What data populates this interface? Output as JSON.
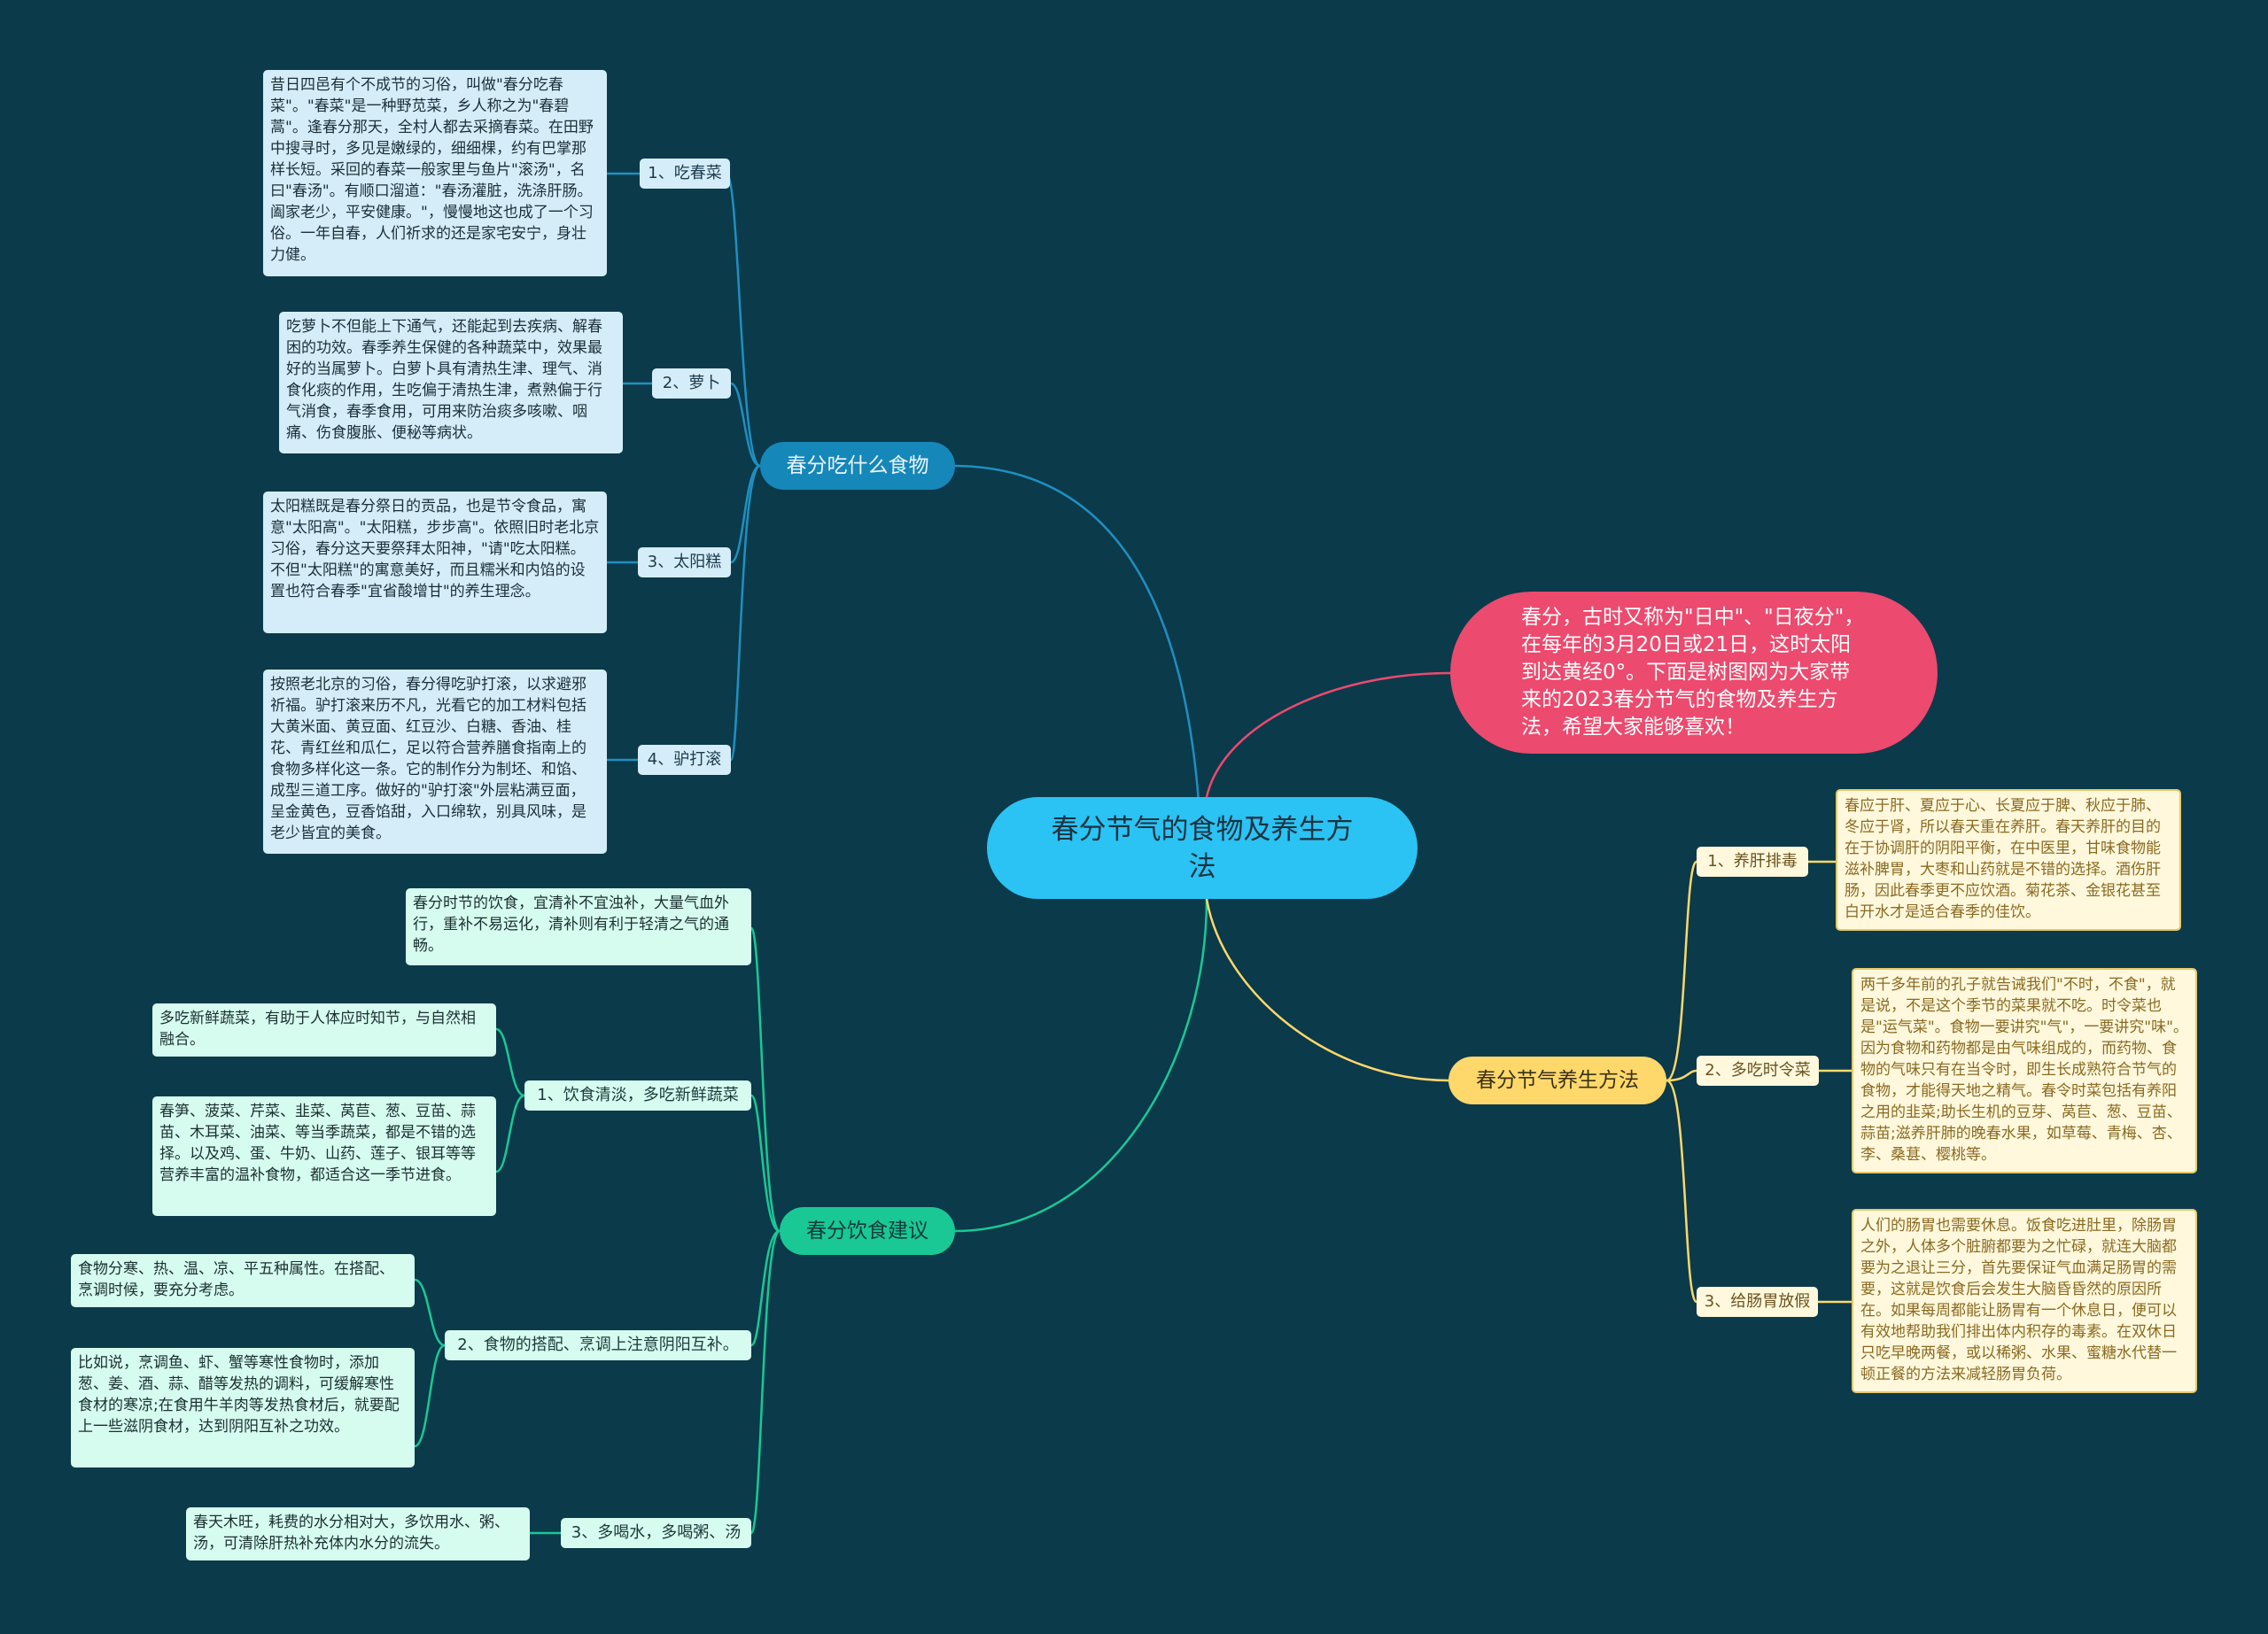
{
  "root": "春分节气的食物及养生方法",
  "intro": "春分，古时又称为\"日中\"、\"日夜分\"，在每年的3月20日或21日，这时太阳到达黄经0°。下面是树图网为大家带来的2023春分节气的食物及养生方法，希望大家能够喜欢！",
  "food": {
    "label": "春分吃什么食物",
    "items": [
      {
        "label": "1、吃春菜",
        "text": "昔日四邑有个不成节的习俗，叫做\"春分吃春菜\"。\"春菜\"是一种野苋菜，乡人称之为\"春碧蒿\"。逢春分那天，全村人都去采摘春菜。在田野中搜寻时，多见是嫩绿的，细细棵，约有巴掌那样长短。采回的春菜一般家里与鱼片\"滚汤\"，名曰\"春汤\"。有顺口溜道：\"春汤灌脏，洗涤肝肠。阖家老少，平安健康。\"，慢慢地这也成了一个习俗。一年自春，人们祈求的还是家宅安宁，身壮力健。"
      },
      {
        "label": "2、萝卜",
        "text": "吃萝卜不但能上下通气，还能起到去疾病、解春困的功效。春季养生保健的各种蔬菜中，效果最好的当属萝卜。白萝卜具有清热生津、理气、消食化痰的作用，生吃偏于清热生津，煮熟偏于行气消食，春季食用，可用来防治痰多咳嗽、咽痛、伤食腹胀、便秘等病状。"
      },
      {
        "label": "3、太阳糕",
        "text": "太阳糕既是春分祭日的贡品，也是节令食品，寓意\"太阳高\"。\"太阳糕，步步高\"。依照旧时老北京习俗，春分这天要祭拜太阳神，\"请\"吃太阳糕。不但\"太阳糕\"的寓意美好，而且糯米和内馅的设置也符合春季\"宜省酸增甘\"的养生理念。"
      },
      {
        "label": "4、驴打滚",
        "text": "按照老北京的习俗，春分得吃驴打滚，以求避邪祈福。驴打滚来历不凡，光看它的加工材料包括大黄米面、黄豆面、红豆沙、白糖、香油、桂花、青红丝和瓜仁，足以符合营养膳食指南上的食物多样化这一条。它的制作分为制坯、和馅、成型三道工序。做好的\"驴打滚\"外层粘满豆面，呈金黄色，豆香馅甜，入口绵软，别具风味，是老少皆宜的美食。"
      }
    ]
  },
  "diet": {
    "label": "春分饮食建议",
    "items": [
      {
        "label": "",
        "text": "春分时节的饮食，宜清补不宜浊补，大量气血外行，重补不易运化，清补则有利于轻清之气的通畅。"
      },
      {
        "label": "1、饮食清淡，多吃新鲜蔬菜",
        "texts": [
          "多吃新鲜蔬菜，有助于人体应时知节，与自然相融合。",
          "春笋、菠菜、芹菜、韭菜、莴苣、葱、豆苗、蒜苗、木耳菜、油菜、等当季蔬菜，都是不错的选择。以及鸡、蛋、牛奶、山药、莲子、银耳等等营养丰富的温补食物，都适合这一季节进食。"
        ]
      },
      {
        "label": "2、食物的搭配、烹调上注意阴阳互补。",
        "texts": [
          "食物分寒、热、温、凉、平五种属性。在搭配、烹调时候，要充分考虑。",
          "比如说，烹调鱼、虾、蟹等寒性食物时，添加葱、姜、酒、蒜、醋等发热的调料，可缓解寒性食材的寒凉;在食用牛羊肉等发热食材后，就要配上一些滋阴食材，达到阴阳互补之功效。"
        ]
      },
      {
        "label": "3、多喝水，多喝粥、汤",
        "texts": [
          "春天木旺，耗费的水分相对大，多饮用水、粥、汤，可清除肝热补充体内水分的流失。"
        ]
      }
    ]
  },
  "health": {
    "label": "春分节气养生方法",
    "items": [
      {
        "label": "1、养肝排毒",
        "text": "春应于肝、夏应于心、长夏应于脾、秋应于肺、冬应于肾，所以春天重在养肝。春天养肝的目的在于协调肝的阴阳平衡，在中医里，甘味食物能滋补脾胃，大枣和山药就是不错的选择。酒伤肝肠，因此春季更不应饮酒。菊花茶、金银花甚至白开水才是适合春季的佳饮。"
      },
      {
        "label": "2、多吃时令菜",
        "text": "两千多年前的孔子就告诫我们\"不时，不食\"，就是说，不是这个季节的菜果就不吃。时令菜也是\"运气菜\"。食物一要讲究\"气\"，一要讲究\"味\"。因为食物和药物都是由气味组成的，而药物、食物的气味只有在当令时，即生长成熟符合节气的食物，才能得天地之精气。春令时菜包括有养阳之用的韭菜;助长生机的豆芽、莴苣、葱、豆苗、蒜苗;滋养肝肺的晚春水果，如草莓、青梅、杏、李、桑葚、樱桃等。"
      },
      {
        "label": "3、给肠胃放假",
        "text": "人们的肠胃也需要休息。饭食吃进肚里，除肠胃之外，人体多个脏腑都要为之忙碌，就连大脑都要为之退让三分，首先要保证气血满足肠胃的需要，这就是饮食后会发生大脑昏昏然的原因所在。如果每周都能让肠胃有一个休息日，便可以有效地帮助我们排出体内积存的毒素。在双休日只吃早晚两餐，或以稀粥、水果、蜜糖水代替一顿正餐的方法来减轻肠胃负荷。"
      }
    ]
  },
  "colors": {
    "background": "#0b3a4b",
    "blue": "#1687b9",
    "green": "#19c895",
    "yellow": "#ffd86b",
    "pink": "#ec4a6e",
    "root": "#2ac3f3"
  }
}
